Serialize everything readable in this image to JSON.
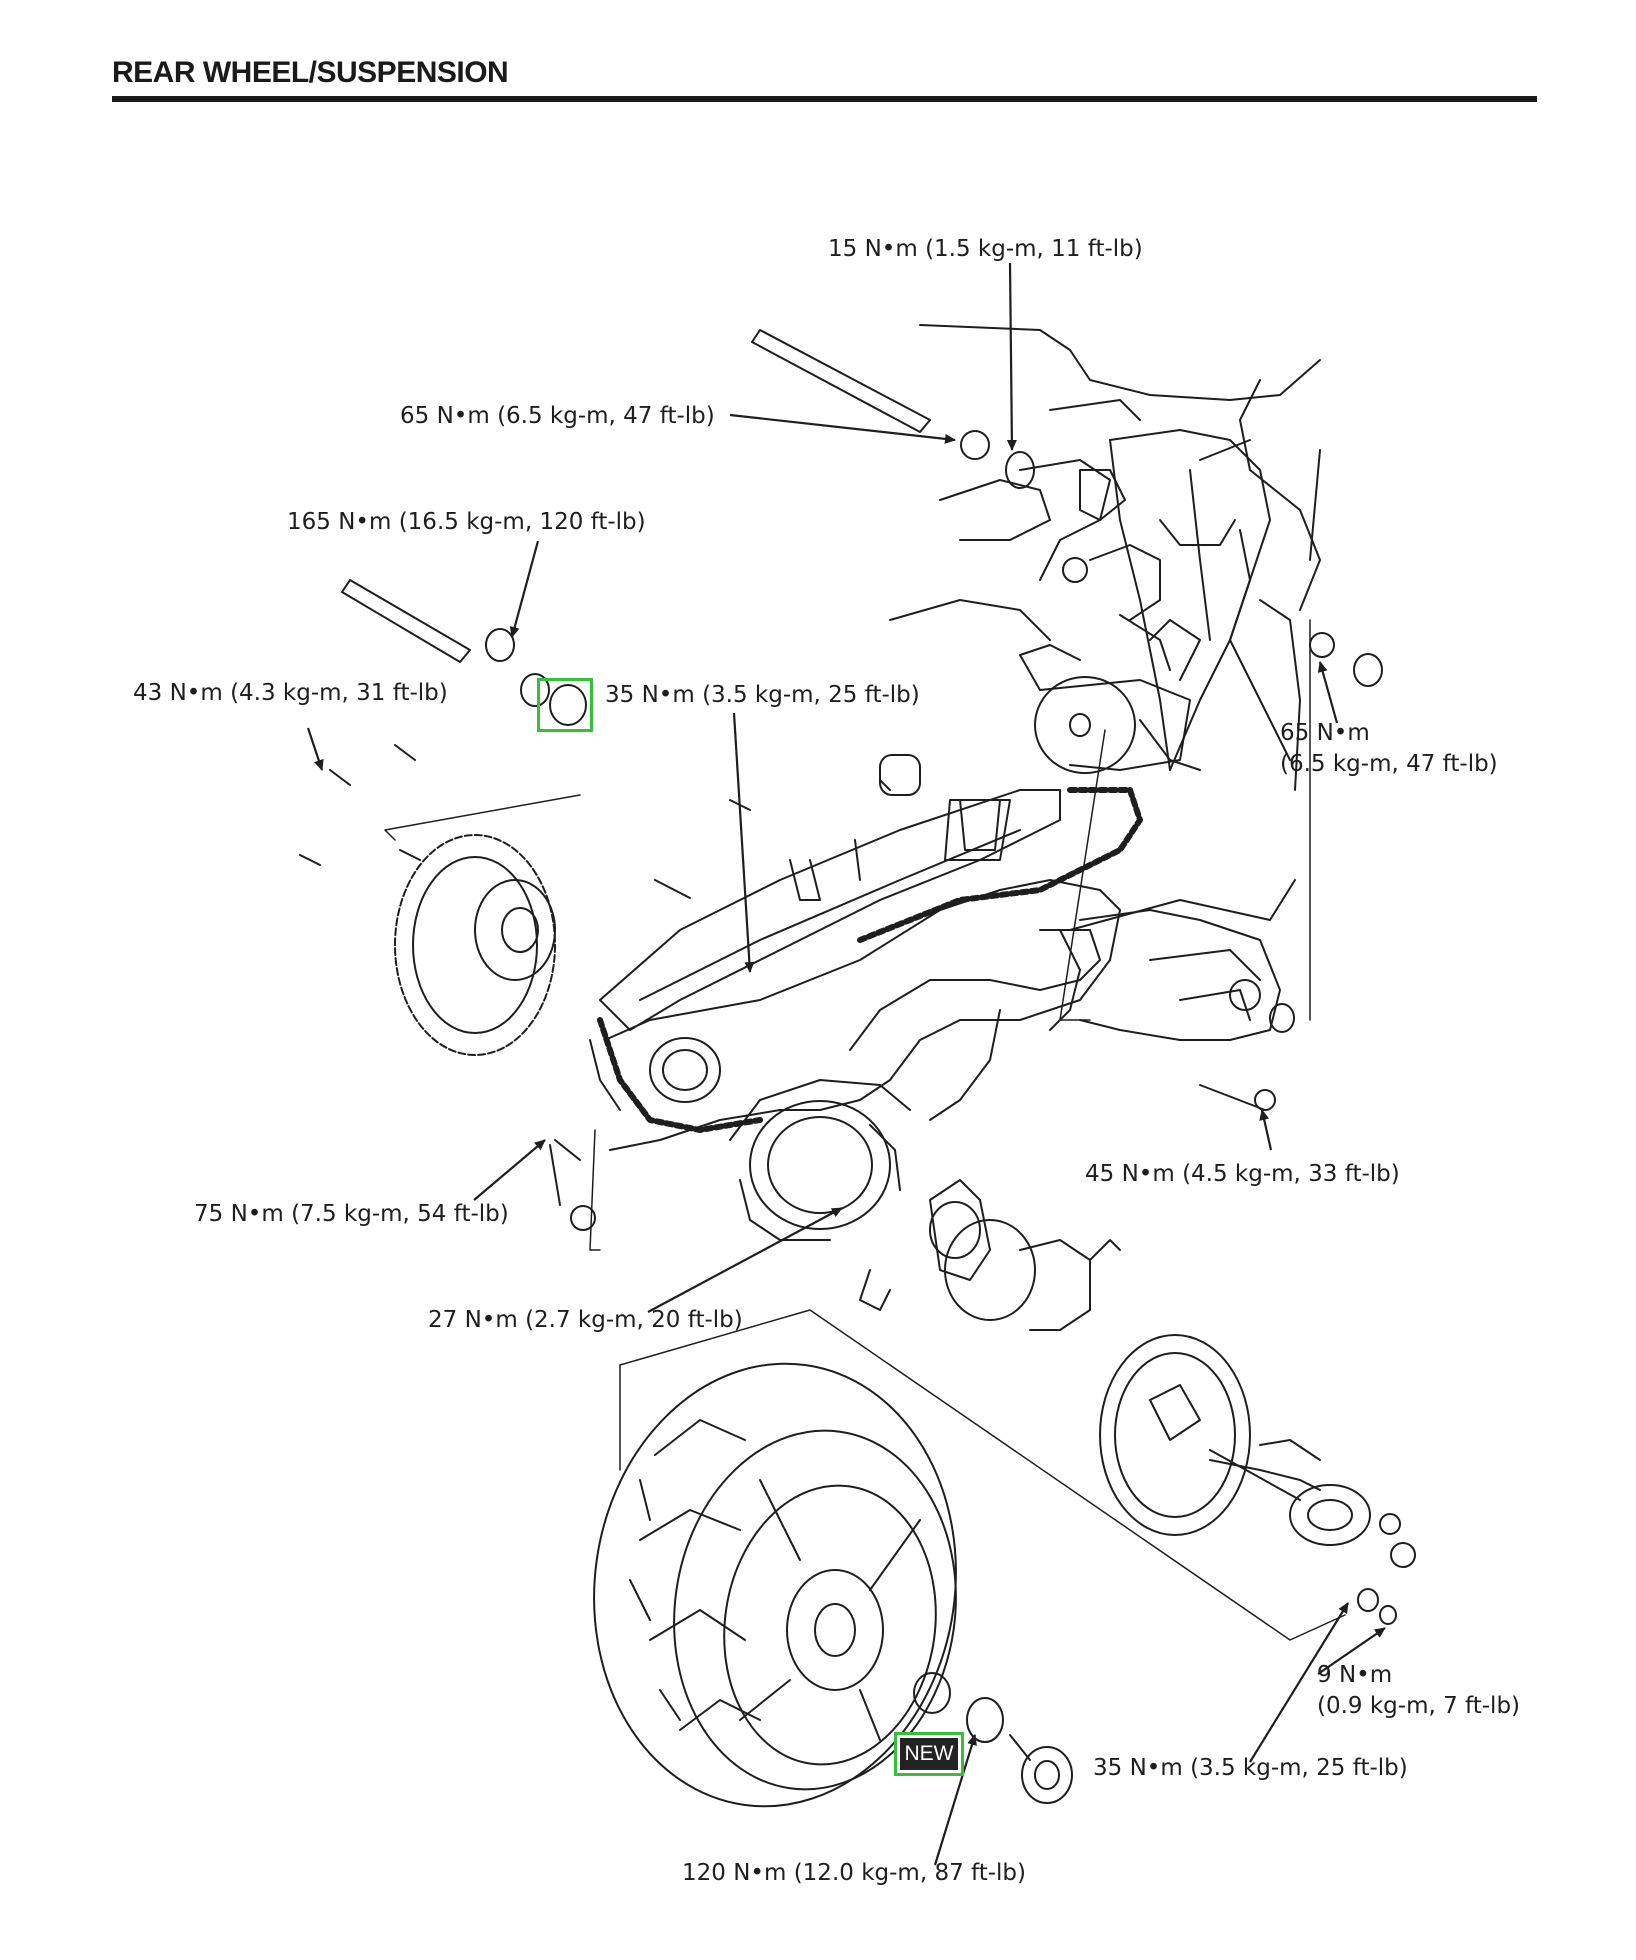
{
  "header": {
    "title": "REAR WHEEL/SUSPENSION"
  },
  "labels": {
    "t15": "15 N•m (1.5 kg-m, 11 ft-lb)",
    "t65a": "65 N•m (6.5 kg-m, 47 ft-lb)",
    "t165": "165 N•m (16.5 kg-m, 120 ft-lb)",
    "t43": "43 N•m (4.3 kg-m, 31 ft-lb)",
    "t35a": "35 N•m (3.5 kg-m, 25 ft-lb)",
    "t65b": "65 N•m\n(6.5 kg-m, 47 ft-lb)",
    "t45": "45 N•m (4.5 kg-m, 33 ft-lb)",
    "t75": "75 N•m (7.5 kg-m, 54 ft-lb)",
    "t27": "27 N•m (2.7 kg-m, 20 ft-lb)",
    "t9": "9 N•m\n(0.9 kg-m, 7 ft-lb)",
    "t35b": "35 N•m (3.5 kg-m, 25 ft-lb)",
    "t120": "120 N•m (12.0 kg-m, 87 ft-lb)"
  },
  "badge": {
    "text": "NEW"
  },
  "colors": {
    "ink": "#1e1e1e",
    "highlight": "#3cbc3c",
    "badge_bg": "#232323"
  }
}
